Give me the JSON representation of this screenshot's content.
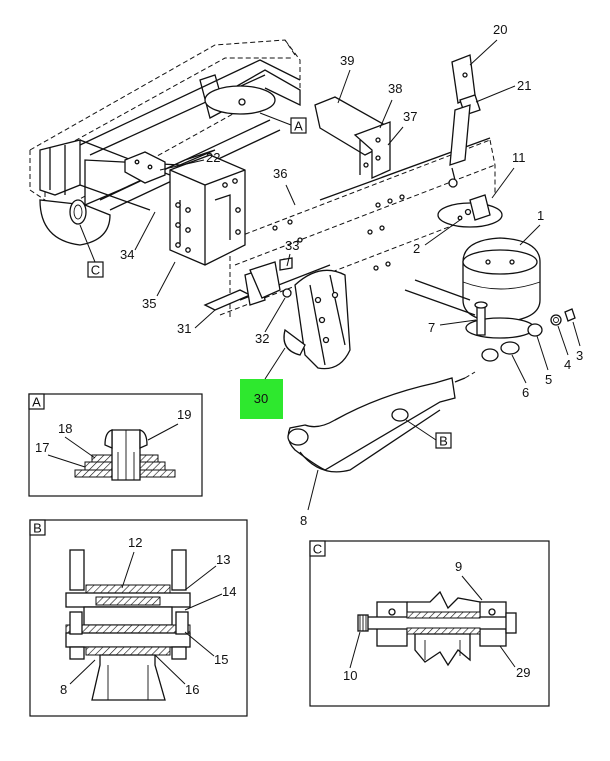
{
  "callouts": {
    "c1": "1",
    "c2": "2",
    "c3": "3",
    "c4": "4",
    "c5": "5",
    "c6": "6",
    "c7": "7",
    "c8": "8",
    "c11": "11",
    "c20": "20",
    "c21": "21",
    "c22": "22",
    "c30": "30",
    "c31": "31",
    "c32": "32",
    "c33": "33",
    "c34": "34",
    "c35": "35",
    "c36": "36",
    "c37": "37",
    "c38": "38",
    "c39": "39"
  },
  "view_refs": {
    "a": "A",
    "b": "B",
    "c": "C"
  },
  "highlight_color": "#2ee82e",
  "detail_a": {
    "label": "A",
    "callouts": {
      "c17": "17",
      "c18": "18",
      "c19": "19"
    }
  },
  "detail_b": {
    "label": "B",
    "callouts": {
      "c8": "8",
      "c12": "12",
      "c13": "13",
      "c14": "14",
      "c15": "15",
      "c16": "16"
    }
  },
  "detail_c": {
    "label": "C",
    "callouts": {
      "c9": "9",
      "c10": "10",
      "c29": "29"
    }
  }
}
